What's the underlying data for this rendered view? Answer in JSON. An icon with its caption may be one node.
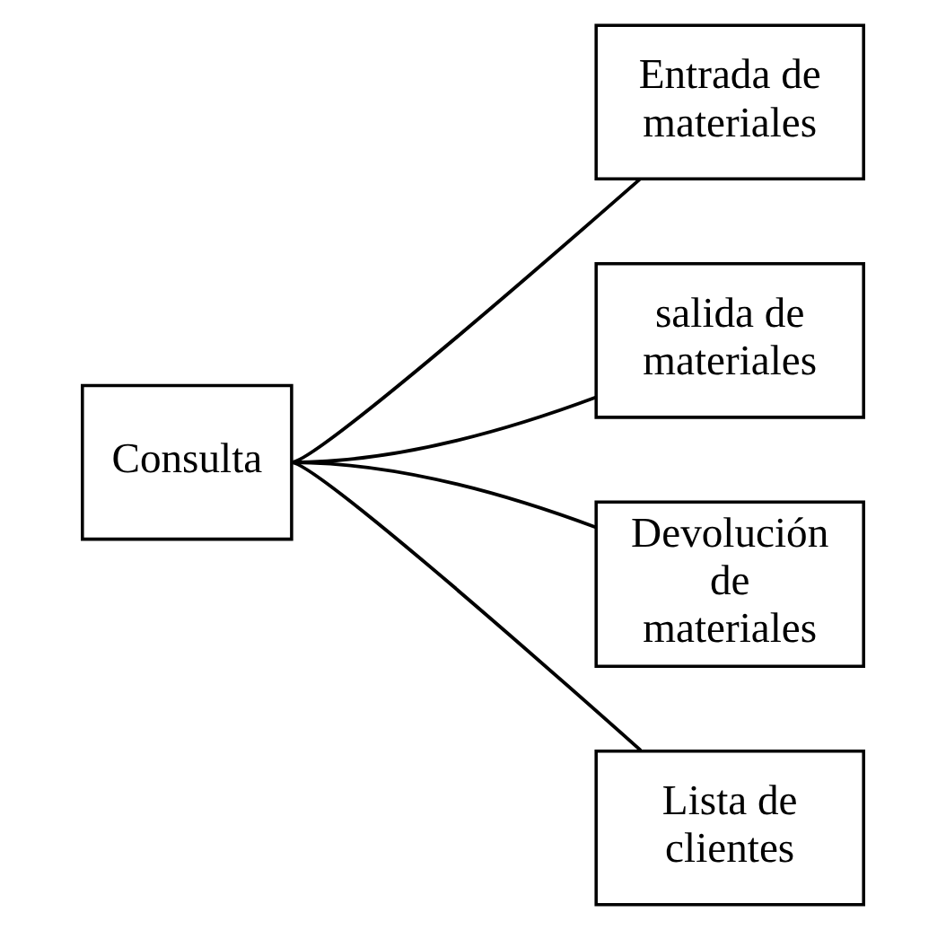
{
  "diagram": {
    "nodes": [
      {
        "text": [
          "Consulta"
        ]
      },
      {
        "text": [
          "Entrada de materiales"
        ]
      },
      {
        "text": [
          "salida de materiales"
        ]
      },
      {
        "text": [
          "Devolución de materiales"
        ]
      },
      {
        "text": [
          "Lista de clientes"
        ]
      }
    ],
    "edges": [
      {
        "from": 0,
        "to": 1,
        "arrow": "none"
      },
      {
        "from": 0,
        "to": 2,
        "arrow": "none"
      },
      {
        "from": 0,
        "to": 3,
        "arrow": "none"
      },
      {
        "from": 0,
        "to": 4,
        "arrow": "none"
      }
    ]
  }
}
